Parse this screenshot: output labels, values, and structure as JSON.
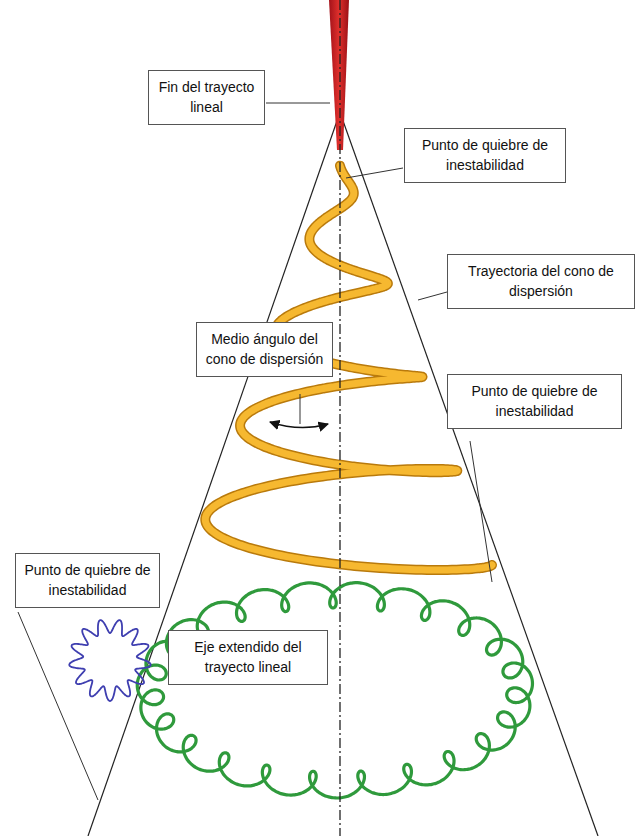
{
  "diagram": {
    "nodes": [
      {
        "text": [
          "Fin del trayecto lineal"
        ]
      },
      {
        "text": [
          "Punto de quiebre de inestabilidad"
        ]
      },
      {
        "text": [
          "Trayectoria del cono de dispersión"
        ]
      },
      {
        "text": [
          "Medio ángulo del cono de dispersión"
        ]
      },
      {
        "text": [
          "Punto de quiebre de inestabilidad"
        ]
      },
      {
        "text": [
          "Punto de quiebre de inestabilidad"
        ]
      },
      {
        "text": [
          "Eje extendido del trayecto lineal"
        ]
      }
    ],
    "edges": []
  }
}
